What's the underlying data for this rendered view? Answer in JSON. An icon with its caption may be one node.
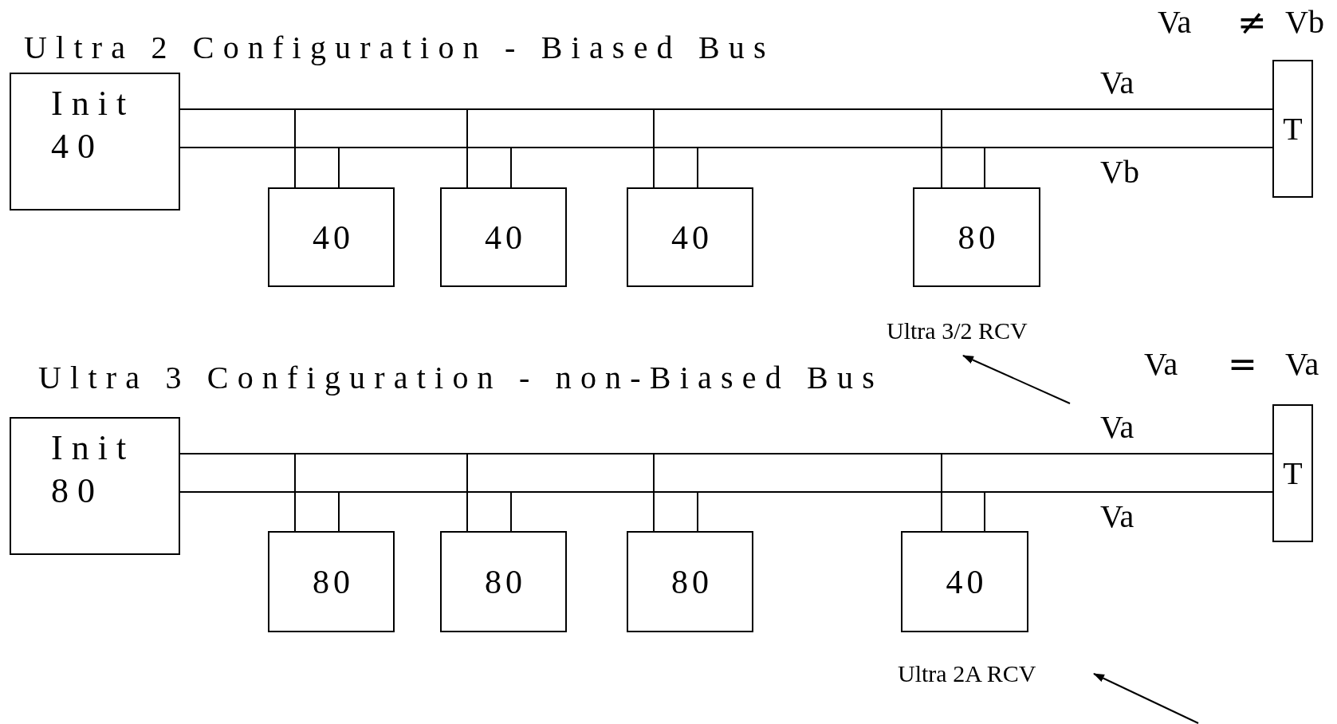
{
  "diagram": {
    "nodes": [
      {
        "text": [
          "Init",
          "40"
        ]
      },
      {
        "text": [
          "40"
        ]
      },
      {
        "text": [
          "40"
        ]
      },
      {
        "text": [
          "40"
        ]
      },
      {
        "text": [
          "80"
        ]
      },
      {
        "text": [
          "T"
        ]
      },
      {
        "text": [
          "Ultra 3/2 RCV"
        ]
      },
      {
        "text": [
          "Init",
          "80"
        ]
      },
      {
        "text": [
          "80"
        ]
      },
      {
        "text": [
          "80"
        ]
      },
      {
        "text": [
          "80"
        ]
      },
      {
        "text": [
          "40"
        ]
      },
      {
        "text": [
          "T"
        ]
      },
      {
        "text": [
          "Ultra 2A RCV"
        ]
      }
    ],
    "edges": [
      {
        "from": 0,
        "to": 5,
        "arrow": "none"
      },
      {
        "from": 0,
        "to": 5,
        "arrow": "none"
      },
      {
        "from": null,
        "to": 6,
        "arrow": "to"
      },
      {
        "from": 7,
        "to": 12,
        "arrow": "none"
      },
      {
        "from": 7,
        "to": 12,
        "arrow": "none"
      },
      {
        "from": null,
        "to": 13,
        "arrow": "to"
      },
      {
        "from": 1,
        "to": 0,
        "arrow": "none"
      },
      {
        "from": 1,
        "to": 0,
        "arrow": "none"
      },
      {
        "from": 2,
        "to": 0,
        "arrow": "none"
      },
      {
        "from": 2,
        "to": 0,
        "arrow": "none"
      },
      {
        "from": 3,
        "to": 0,
        "arrow": "none"
      },
      {
        "from": 3,
        "to": 0,
        "arrow": "none"
      },
      {
        "from": 4,
        "to": 0,
        "arrow": "none"
      },
      {
        "from": 4,
        "to": 0,
        "arrow": "none"
      },
      {
        "from": 8,
        "to": 7,
        "arrow": "none"
      },
      {
        "from": 8,
        "to": 7,
        "arrow": "none"
      },
      {
        "from": 9,
        "to": 7,
        "arrow": "none"
      },
      {
        "from": 9,
        "to": 7,
        "arrow": "none"
      },
      {
        "from": 10,
        "to": 7,
        "arrow": "none"
      },
      {
        "from": 10,
        "to": 7,
        "arrow": "none"
      },
      {
        "from": 11,
        "to": 7,
        "arrow": "none"
      },
      {
        "from": 11,
        "to": 7,
        "arrow": "none"
      }
    ],
    "labels": [
      "Va",
      "≠",
      "Vb",
      "Ultra 2 Configuration - Biased Bus",
      "Va",
      "Vb",
      "Ultra 3 Configuration - non-Biased Bus",
      "Va",
      "=",
      "Va",
      "Va",
      "Va"
    ]
  }
}
